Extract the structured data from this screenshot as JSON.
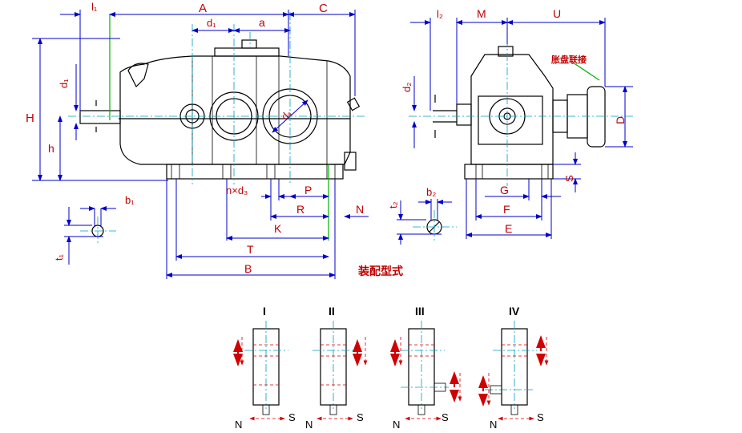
{
  "labels": {
    "A": "A",
    "C": "C",
    "l1": "l₁",
    "d1_top": "d₁",
    "a": "a",
    "H": "H",
    "h": "h",
    "d1_side": "d₁",
    "da": "dₐ",
    "nxd3": "n×d₃",
    "P": "P",
    "R": "R",
    "K": "K",
    "N": "N",
    "T": "T",
    "B": "B",
    "b1": "b₁",
    "t1": "t₁",
    "l2": "l₂",
    "M": "M",
    "U": "U",
    "coupling_note": "胀盘联接",
    "d2": "d₂",
    "D": "D",
    "S": "S",
    "G": "G",
    "F": "F",
    "E": "E",
    "t2": "t₂",
    "b2": "b₂"
  },
  "caption": "装配型式",
  "assembly_forms": [
    {
      "roman": "I",
      "n": "N",
      "s": "S"
    },
    {
      "roman": "II",
      "n": "N",
      "s": "S"
    },
    {
      "roman": "III",
      "n": "N",
      "s": "S"
    },
    {
      "roman": "IV",
      "n": "N",
      "s": "S"
    }
  ],
  "colors": {
    "dimension": "#0000cc",
    "label": "#c00000",
    "outline": "#000000",
    "centerline": "#00a0c0",
    "hidden": "#d00000",
    "leader": "#00b000"
  }
}
